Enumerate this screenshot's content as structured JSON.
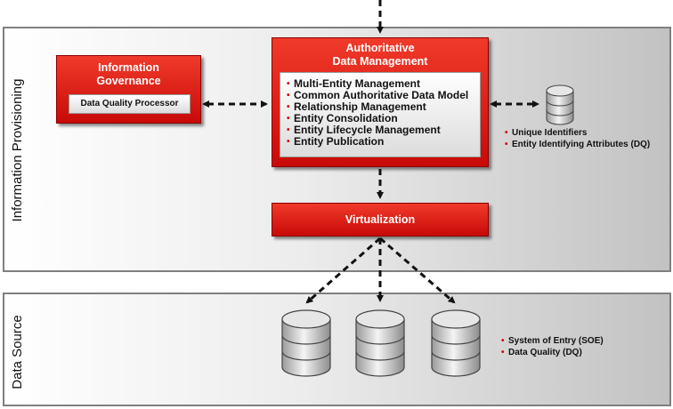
{
  "provisioning": {
    "label": "Information Provisioning",
    "governance": {
      "title_line1": "Information",
      "title_line2": "Governance",
      "processor": "Data Quality Processor"
    },
    "adm": {
      "title_line1": "Authoritative",
      "title_line2": "Data Management",
      "items": [
        "Multi-Entity Management",
        "Common Authoritative Data Model",
        "Relationship Management",
        "Entity Consolidation",
        "Entity Lifecycle Management",
        "Entity Publication"
      ]
    },
    "identifiers": [
      "Unique Identifiers",
      "Entity Identifying Attributes (DQ)"
    ],
    "virtualization": "Virtualization"
  },
  "source": {
    "label": "Data Source",
    "notes": [
      "System of Entry (SOE)",
      "Data Quality (DQ)"
    ]
  },
  "colors": {
    "box_red": "#e0161a",
    "panel_border": "#7f7f7f",
    "bullet": "#d00000"
  }
}
